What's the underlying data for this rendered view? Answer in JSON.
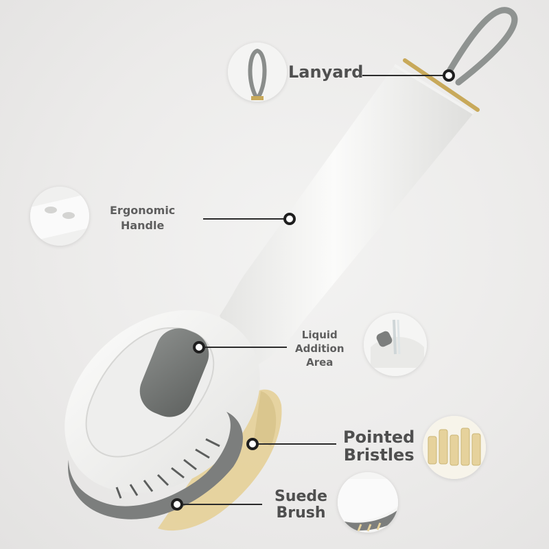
{
  "labels": {
    "lanyard": "Lanyard",
    "handle": [
      "Ergonomic",
      "Handle"
    ],
    "liquid": [
      "Liquid",
      "Addition",
      "Area"
    ],
    "bristles": [
      "Pointed",
      "Bristles"
    ],
    "suede": [
      "Suede",
      "Brush"
    ]
  },
  "colors": {
    "background": "#ecebea",
    "body_white": "#f6f6f5",
    "button_gray": "#707371",
    "rubber_gray": "#7c7e7d",
    "bristle_yellow": "#e6d29c",
    "gold_ring": "#c8a95a",
    "callout_line": "#2a2a2a",
    "label_text": "#5e5e5e"
  },
  "icons": [
    "lanyard-loop-icon",
    "handle-grip-icon",
    "liquid-pour-icon",
    "bristles-closeup-icon",
    "suede-brush-icon"
  ]
}
